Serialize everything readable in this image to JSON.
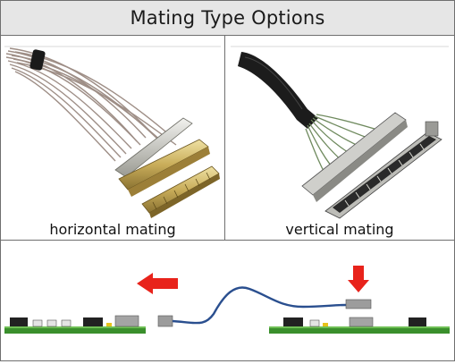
{
  "title": "Mating Type Options",
  "panels": [
    {
      "caption": "horizontal mating"
    },
    {
      "caption": "vertical mating"
    }
  ],
  "colors": {
    "title_bg": "#e6e6e6",
    "border": "#6f6f6f",
    "arrow": "#e8231b",
    "pcb": "#3a8f2c",
    "cable": "#2a4f8f"
  },
  "icons": {
    "horizontal_arrow": "arrow-left-icon",
    "vertical_arrow": "arrow-down-icon"
  }
}
